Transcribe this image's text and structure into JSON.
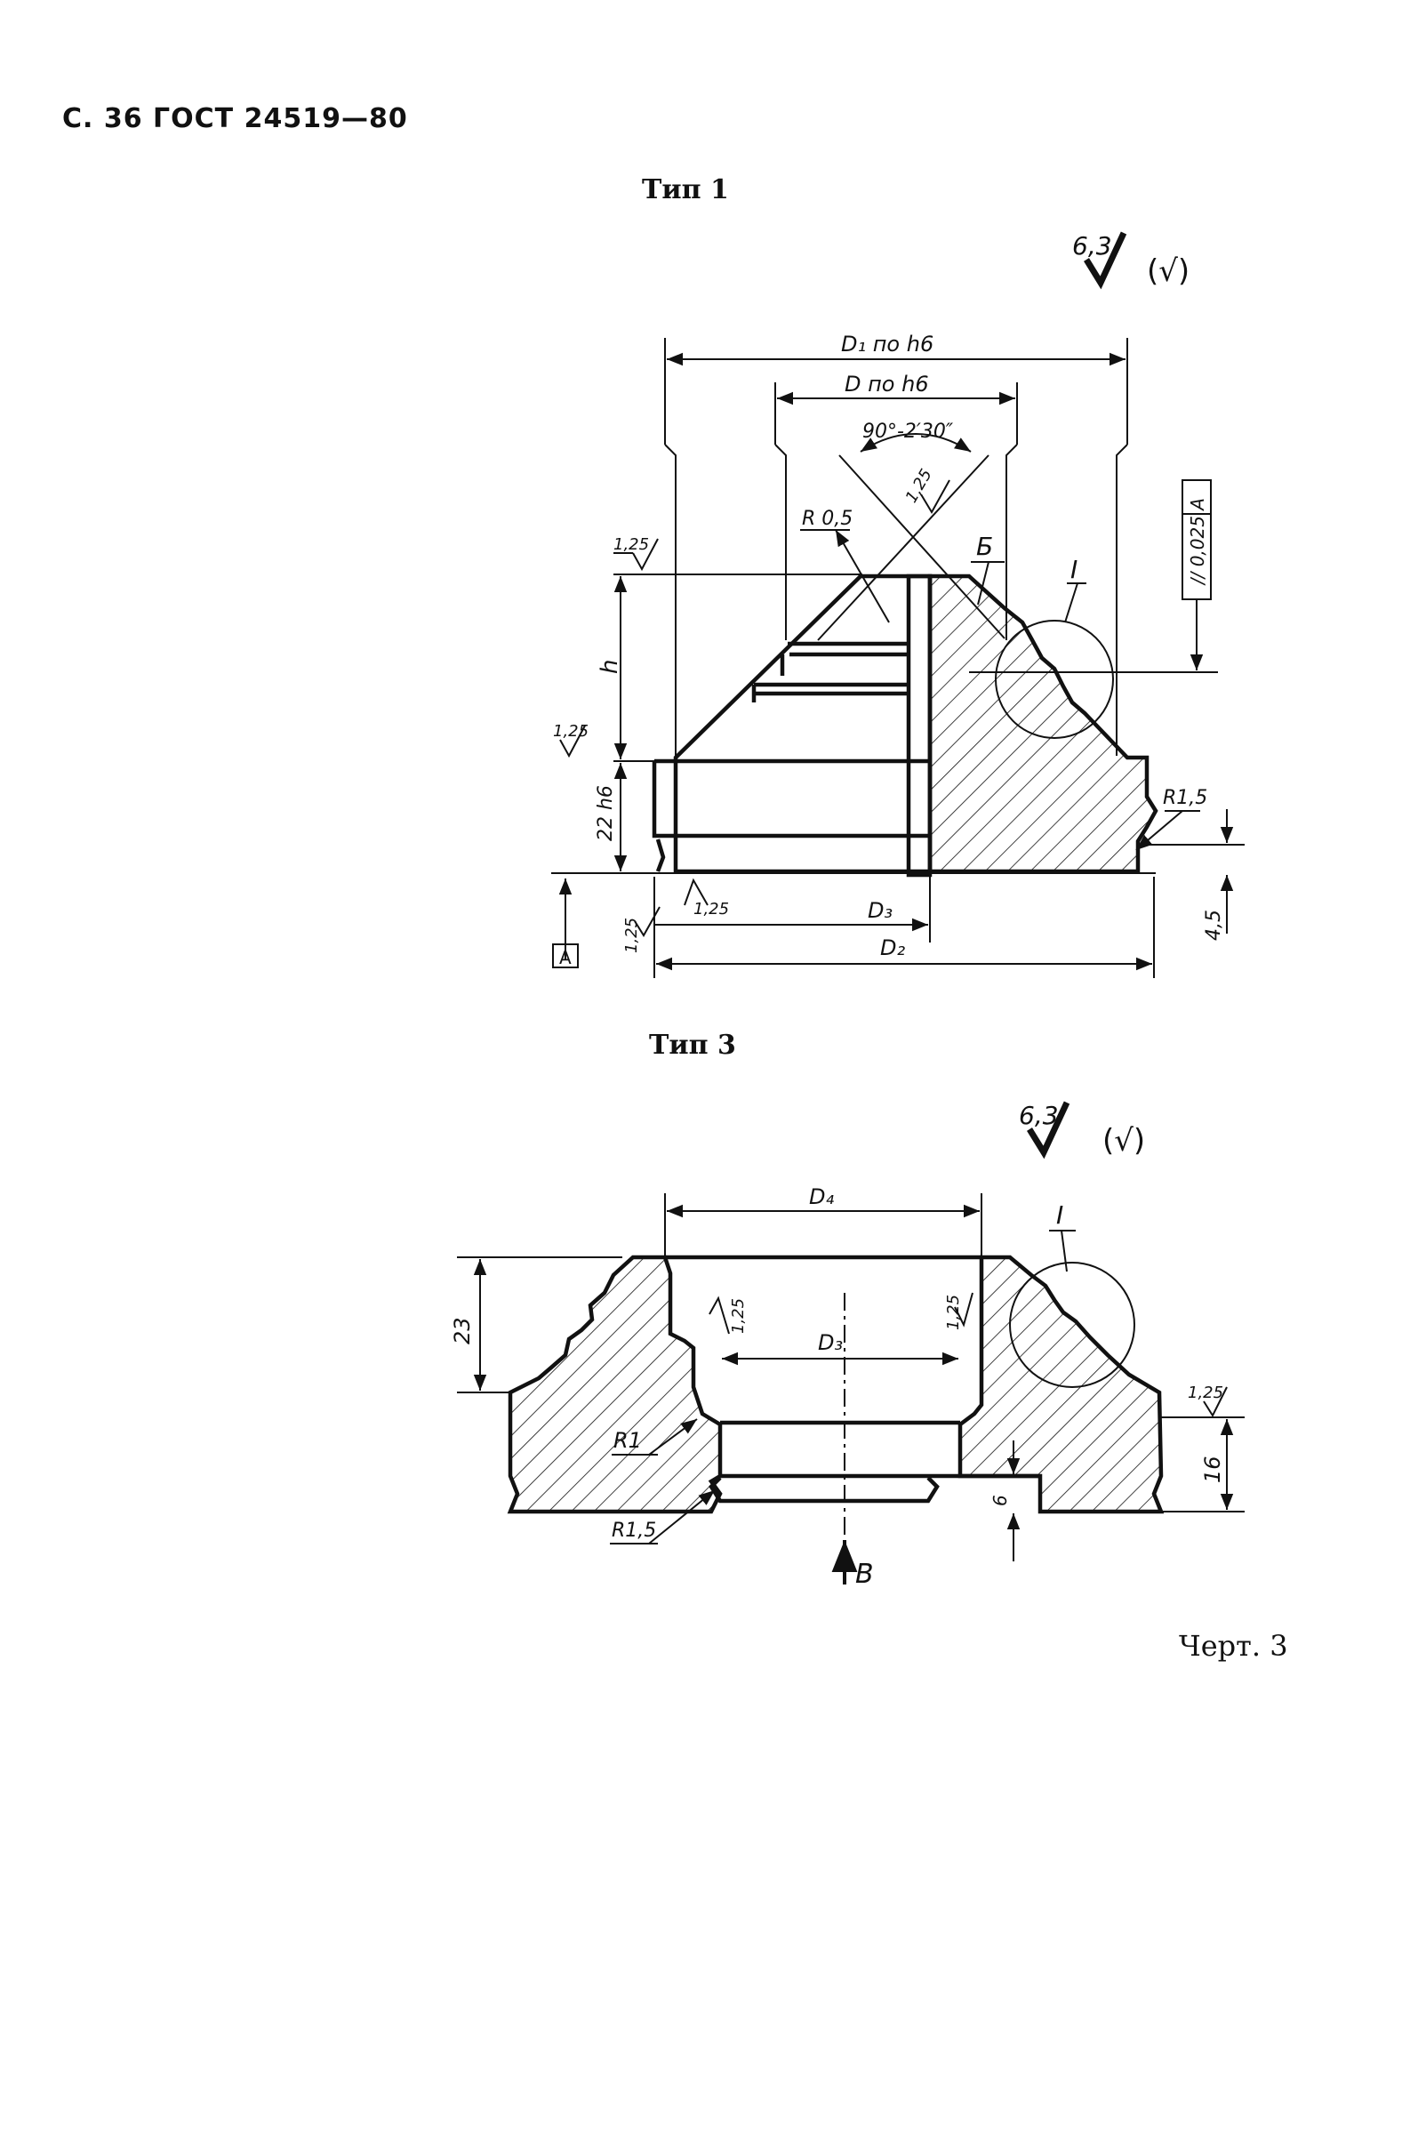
{
  "header": {
    "page_ref": "С. 36 ГОСТ 24519—80"
  },
  "type1": {
    "title": "Тип 1",
    "roughness_general": "6,3",
    "roughness_paren": "(√)",
    "dim_D1": "D₁ по h6",
    "dim_D": "D по h6",
    "angle": "90°-2′30″",
    "roughness_125_a": "1,25",
    "roughness_125_b": "1,25",
    "roughness_125_c": "1,25",
    "roughness_125_d": "1,25",
    "roughness_125_e": "1,25",
    "radius_R05": "R 0,5",
    "surface_B": "Б",
    "detail_I": "I",
    "tolerance": "// 0,025 A",
    "dim_h": "h",
    "dim_22h6": "22 h6",
    "radius_R15": "R1,5",
    "dim_D3": "D₃",
    "dim_D2": "D₂",
    "dim_45": "4,5",
    "datum_A": "A"
  },
  "type3": {
    "title": "Тип 3",
    "roughness_general": "6,3",
    "roughness_paren": "(√)",
    "dim_D4": "D₄",
    "detail_I": "I",
    "dim_23": "23",
    "roughness_125_a": "1,25",
    "roughness_125_b": "1,25",
    "roughness_125_c": "1,25",
    "dim_D3": "D₃",
    "radius_R1": "R1",
    "radius_R15": "R1,5",
    "dim_16": "16",
    "dim_6": "6",
    "view_B": "B"
  },
  "caption": "Черт. 3"
}
